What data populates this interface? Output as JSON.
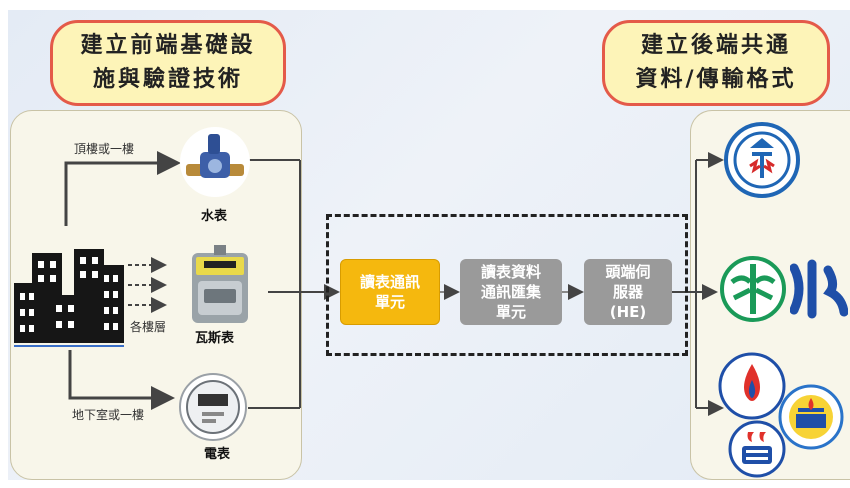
{
  "titles": {
    "left": "建立前端基礎設\n施與驗證技術",
    "right": "建立後端共通\n資料/傳輸格式"
  },
  "labels": {
    "top_floor": "頂樓或一樓",
    "each_floor": "各樓層",
    "basement": "地下室或一樓"
  },
  "meters": {
    "water": "水表",
    "gas": "瓦斯表",
    "electric": "電表"
  },
  "units": {
    "reader": "讀表通訊\n單元",
    "aggregator": "讀表資料\n通訊匯集\n單元",
    "headend": "頭端伺\n服器\n(HE)"
  },
  "colors": {
    "reader": "#f5b80e",
    "aggregator": "#9a9a9a",
    "headend": "#9a9a9a",
    "bubble_fill": "#fdf4b8",
    "bubble_border": "#e45a49"
  },
  "logos": {
    "taipower": "taipower-logo",
    "water_corp": "water-corp-logo",
    "taipei_water": "taipei-water-logo",
    "taipei_gas": "taipei-gas-logo",
    "gas_company_2": "gas-company-logo",
    "sp_gas": "sp-gas-logo"
  }
}
